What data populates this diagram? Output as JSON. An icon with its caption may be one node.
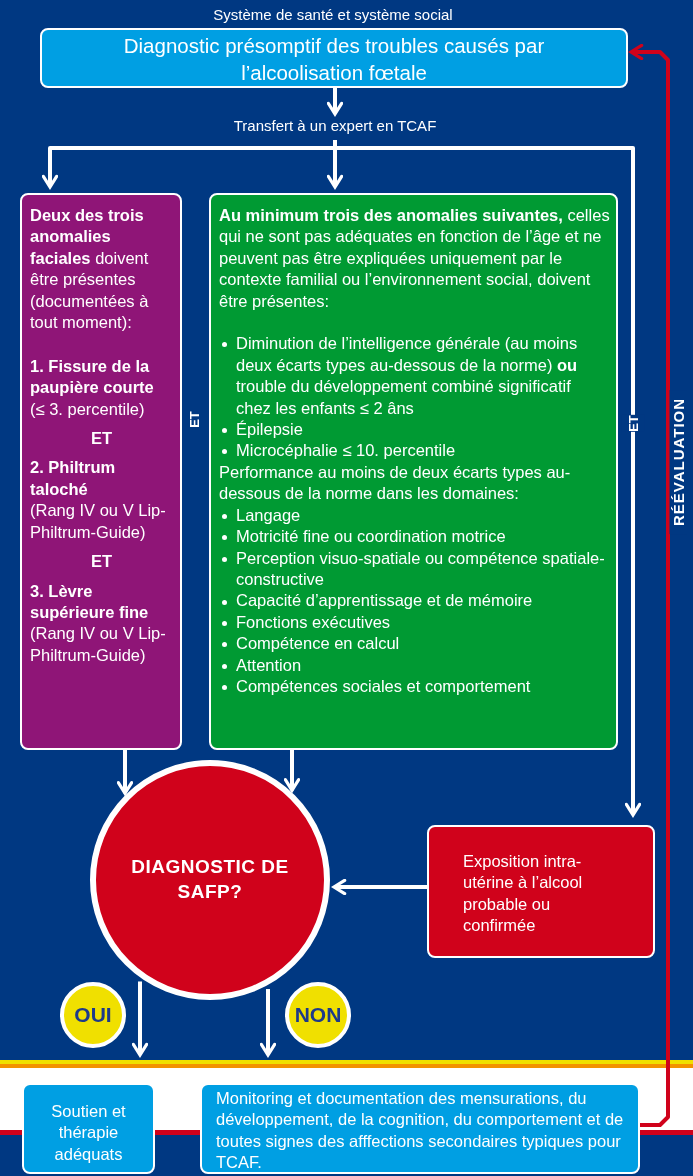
{
  "diagram": {
    "nodes": [
      {
        "text": [
          "Diagnostic présomptif des troubles causés par l’alcoolisation fœtale"
        ]
      },
      {
        "text": [
          "Transfert à un expert en TCAF"
        ]
      },
      {
        "text": [
          "**Deux des trois anomalies faciales** doivent être présentes (documentées à tout moment):",
          "**1. Fissure de la paupière courte** (≤ 3. percentile)",
          "ET",
          "**2. Philtrum taloché** (Rang IV ou V Lip-Philtrum-Guide)",
          "ET",
          "**3. Lèvre supérieure fine** (Rang IV ou V Lip-Philtrum-Guide)"
        ]
      },
      {
        "text": [
          "**Au minimum trois des anomalies suivantes,** celles qui ne sont pas adéquates en fonction de l’âge et ne peuvent pas être expliquées uniquement par le contexte familial ou l’environnement social, doivent être présentes:",
          "Diminution de l’intelligence générale (au moins deux écarts types au-dessous de la norme) **ou** trouble du développement combiné significatif chez les enfants ≤ 2 âns",
          "Épilepsie",
          "Microcéphalie ≤ 10. percentile",
          "Performance au moins de deux écarts types au-dessous de la norme dans les domaines:",
          "Langage",
          "Motricité fine ou coordination motrice",
          "Perception visuo-spatiale ou compétence spatiale-constructive",
          "Capacité d’apprentissage et de mémoire",
          "Fonctions exécutives",
          "Compétence en calcul",
          "Attention",
          "Compétences sociales et comportement"
        ]
      },
      {
        "text": [
          "DIAGNOSTIC DE SAFP?"
        ]
      },
      {
        "text": [
          "Exposition intra-utérine à l’alcool probable ou confirmée"
        ]
      },
      {
        "text": [
          "Soutien et thérapie adéquats"
        ]
      },
      {
        "text": [
          "Monitoring et documentation des mensurations, du développement, de la cognition, du comportement et de toutes signes des afffections secondaires typiques pour TCAF."
        ]
      }
    ],
    "edges": [
      {
        "from": 0,
        "to": 1,
        "arrow": "to"
      },
      {
        "from": 1,
        "to": 2,
        "arrow": "to"
      },
      {
        "from": 1,
        "to": 3,
        "arrow": "to"
      },
      {
        "from": 1,
        "to": 5,
        "arrow": "to"
      },
      {
        "from": 2,
        "to": 4,
        "arrow": "to"
      },
      {
        "from": 3,
        "to": 4,
        "arrow": "to"
      },
      {
        "from": 5,
        "to": 4,
        "arrow": "to"
      },
      {
        "from": 4,
        "to": 6,
        "arrow": "to",
        "label": "OUI"
      },
      {
        "from": 4,
        "to": 7,
        "arrow": "to",
        "label": "NON"
      },
      {
        "from": 7,
        "to": 0,
        "arrow": "to",
        "label": "RÉÉVALUATION",
        "color": "#d0021b"
      }
    ],
    "labels": [
      "Système de santé et système social",
      "ET",
      "ET"
    ]
  }
}
